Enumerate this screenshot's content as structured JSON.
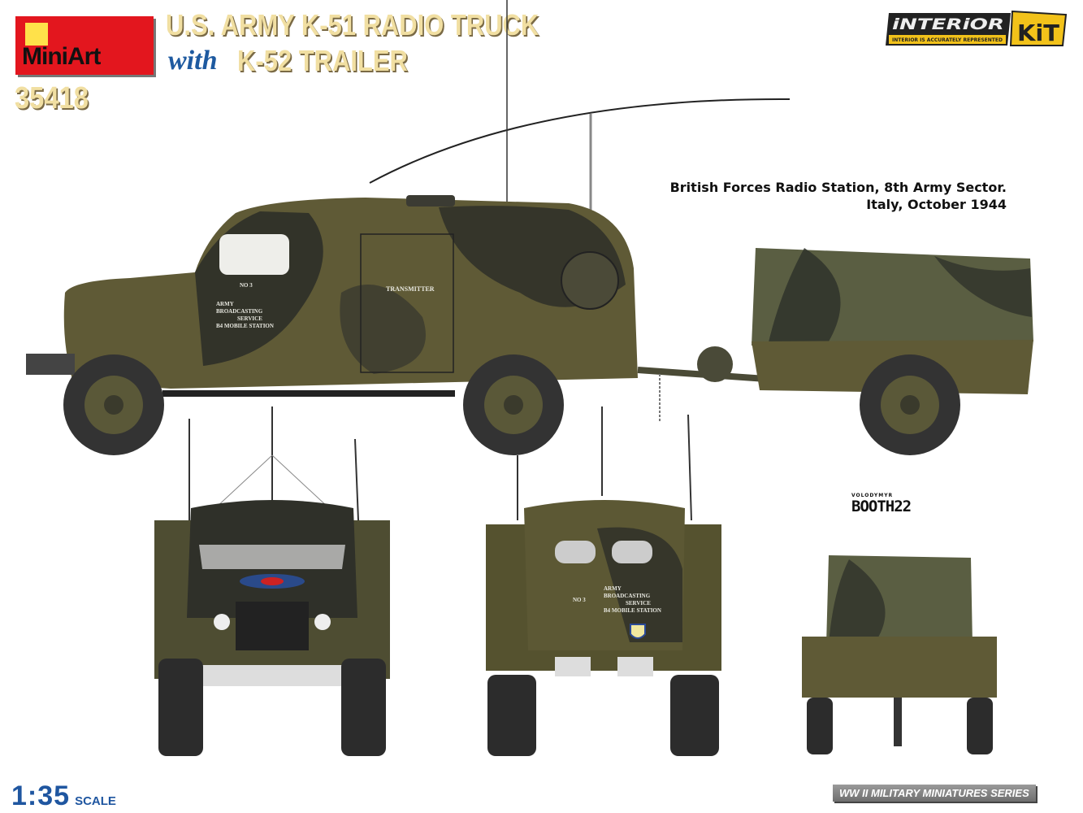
{
  "brand": {
    "logo_text": "MiniArt",
    "product_code": "35418"
  },
  "title": {
    "line1": "U.S. ARMY K-51 RADIO TRUCK",
    "with": "with",
    "line2": "K-52 TRAILER"
  },
  "badge": {
    "main": "iNTERiOR",
    "accent": "KiT",
    "subtitle": "INTERIOR IS ACCURATELY REPRESENTED"
  },
  "caption": {
    "line1": "British Forces Radio Station, 8th Army Sector.",
    "line2": "Italy, October 1944"
  },
  "markings": {
    "unit_no": "NO 3",
    "body_lines": [
      "ARMY",
      "BROADCASTING",
      "SERVICE",
      "B4 MOBILE STATION"
    ],
    "door": "TRANSMITTER"
  },
  "artist": {
    "small": "VOLODYMYR",
    "big": "BOOTH22"
  },
  "scale": {
    "ratio": "1:35",
    "label": "SCALE"
  },
  "series": "WW II MILITARY MINIATURES SERIES",
  "colors": {
    "olive": "#5f5a36",
    "dark_camo": "#2e2f28",
    "tarp": "#5a5e42",
    "logo_red": "#e3161e",
    "title_tan": "#f1dfa2",
    "with_blue": "#1e5aa0"
  }
}
